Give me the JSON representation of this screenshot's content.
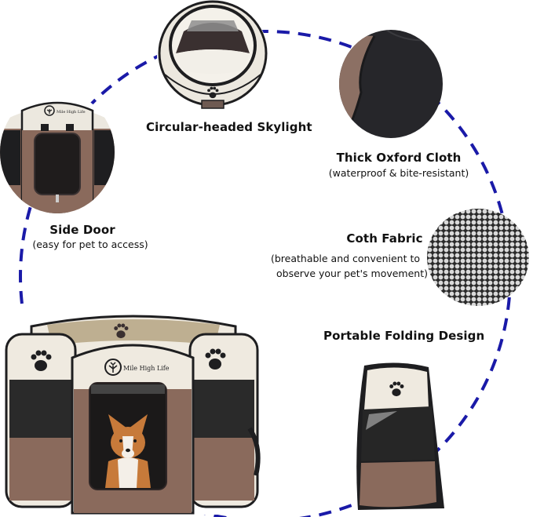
{
  "infographic": {
    "brand": "Mile High Life",
    "accent_color": "#1a1aa8",
    "fabric_colors": {
      "cream": "#efeae0",
      "brown": "#8a6a5c",
      "black": "#1e1e20",
      "mesh": "#2b2b2b"
    },
    "features": [
      {
        "id": "skylight",
        "title": "Circular-headed Skylight",
        "subtitle": ""
      },
      {
        "id": "oxford",
        "title": "Thick Oxford Cloth",
        "subtitle": "(waterproof & bite-resistant)"
      },
      {
        "id": "side-door",
        "title": "Side Door",
        "subtitle": "(easy for pet to access)"
      },
      {
        "id": "mesh",
        "title": "Coth Fabric",
        "subtitle_line1": "(breathable and convenient to",
        "subtitle_line2": "observe your pet's movement)"
      },
      {
        "id": "folding",
        "title": "Portable Folding Design",
        "subtitle": ""
      }
    ],
    "icons": [
      "paw-print-icon",
      "tree-logo-icon"
    ]
  }
}
